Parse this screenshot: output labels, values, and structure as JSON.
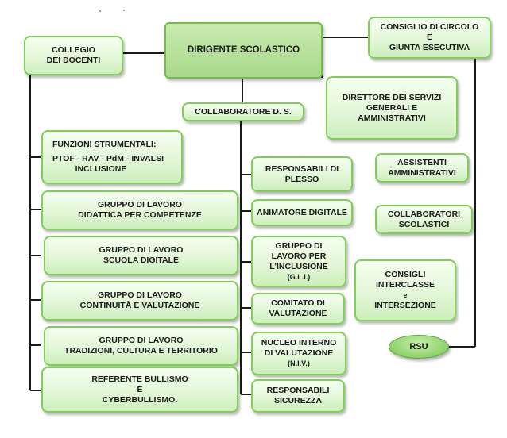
{
  "dirigente": {
    "l1": "DIRIGENTE SCOLASTICO"
  },
  "collegio": {
    "l1": "COLLEGIO",
    "l2": "DEI DOCENTI"
  },
  "consiglio_circolo": {
    "l1": "CONSIGLIO DI CIRCOLO",
    "l2": "E",
    "l3": "GIUNTA ESECUTIVA"
  },
  "dsga": {
    "l1": "DIRETTORE DEI SERVIZI",
    "l2": "GENERALI E",
    "l3": "AMMINISTRATIVI"
  },
  "collaboratore_ds": {
    "l1": "COLLABORATORE D. S."
  },
  "funzioni": {
    "l1": "FUNZIONI STRUMENTALI:",
    "l2": "PTOF - RAV - PdM - INVALSI",
    "l3": "INCLUSIONE"
  },
  "gruppo_didattica": {
    "l1": "GRUPPO DI LAVORO",
    "l2": "DIDATTICA PER COMPETENZE"
  },
  "gruppo_digitale": {
    "l1": "GRUPPO DI LAVORO",
    "l2": "SCUOLA DIGITALE"
  },
  "gruppo_continuita": {
    "l1": "GRUPPO DI LAVORO",
    "l2": "CONTINUITÀ E VALUTAZIONE"
  },
  "gruppo_tradizioni": {
    "l1": "GRUPPO DI LAVORO",
    "l2": "TRADIZIONI, CULTURA E TERRITORIO"
  },
  "referente": {
    "l1": "REFERENTE BULLISMO",
    "l2": "E",
    "l3": "CYBERBULLISMO."
  },
  "responsabili_plesso": {
    "l1": "RESPONSABILI DI",
    "l2": "PLESSO"
  },
  "animatore": {
    "l1": "ANIMATORE DIGITALE"
  },
  "gli": {
    "l1": "GRUPPO DI",
    "l2": "LAVORO PER",
    "l3": "L’INCLUSIONE",
    "l4": "(G.L.I.)"
  },
  "comitato": {
    "l1": "COMITATO DI",
    "l2": "VALUTAZIONE"
  },
  "niv": {
    "l1": "NUCLEO INTERNO",
    "l2": "DI VALUTAZIONE",
    "l3": "(N.I.V.)"
  },
  "sicurezza": {
    "l1": "RESPONSABILI",
    "l2": "SICUREZZA"
  },
  "assistenti": {
    "l1": "ASSISTENTI",
    "l2": "AMMINISTRATIVI"
  },
  "collaboratori_scol": {
    "l1": "COLLABORATORI",
    "l2": "SCOLASTICI"
  },
  "consigli": {
    "l1": "CONSIGLI",
    "l2": "INTERCLASSE",
    "l3": "e",
    "l4": "INTERSEZIONE"
  },
  "rsu": {
    "l1": "RSU"
  },
  "colors": {
    "box_border": "#7fcf57",
    "box_fill": "#e3f7d8",
    "main_fill": "#a8d98a",
    "rsu_fill": "#8fd26a",
    "line": "#1a1a1a"
  }
}
